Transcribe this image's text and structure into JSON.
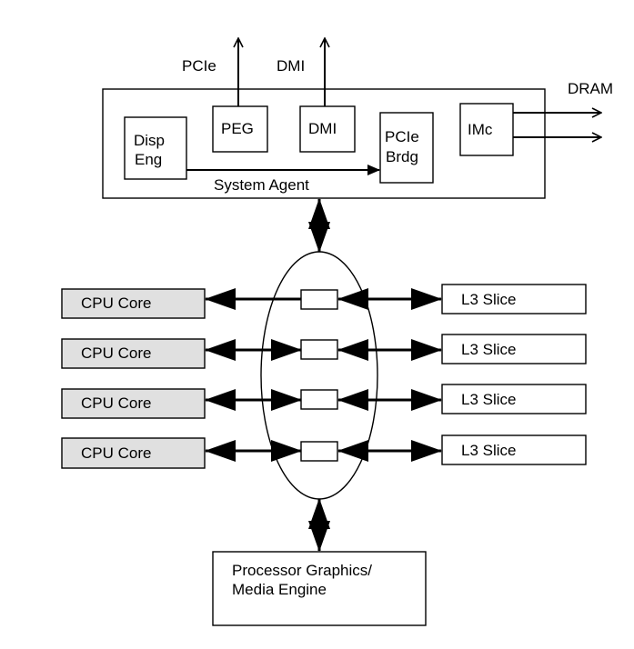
{
  "external_labels": {
    "pcie": "PCIe",
    "dmi": "DMI",
    "dram": "DRAM"
  },
  "system_agent": {
    "label": "System Agent",
    "disp_eng": [
      "Disp",
      "Eng"
    ],
    "peg": "PEG",
    "dmi": "DMI",
    "pcie_brdg": [
      "PCIe",
      "Brdg"
    ],
    "imc": "IMc"
  },
  "cpu_cores": [
    "CPU Core",
    "CPU Core",
    "CPU Core",
    "CPU Core"
  ],
  "l3_slices": [
    "L3 Slice",
    "L3 Slice",
    "L3 Slice",
    "L3 Slice"
  ],
  "graphics": [
    "Processor Graphics/",
    "Media Engine"
  ],
  "colors": {
    "cpu_core_fill": "#e0e0e0",
    "stroke": "#000000",
    "background": "#ffffff"
  }
}
